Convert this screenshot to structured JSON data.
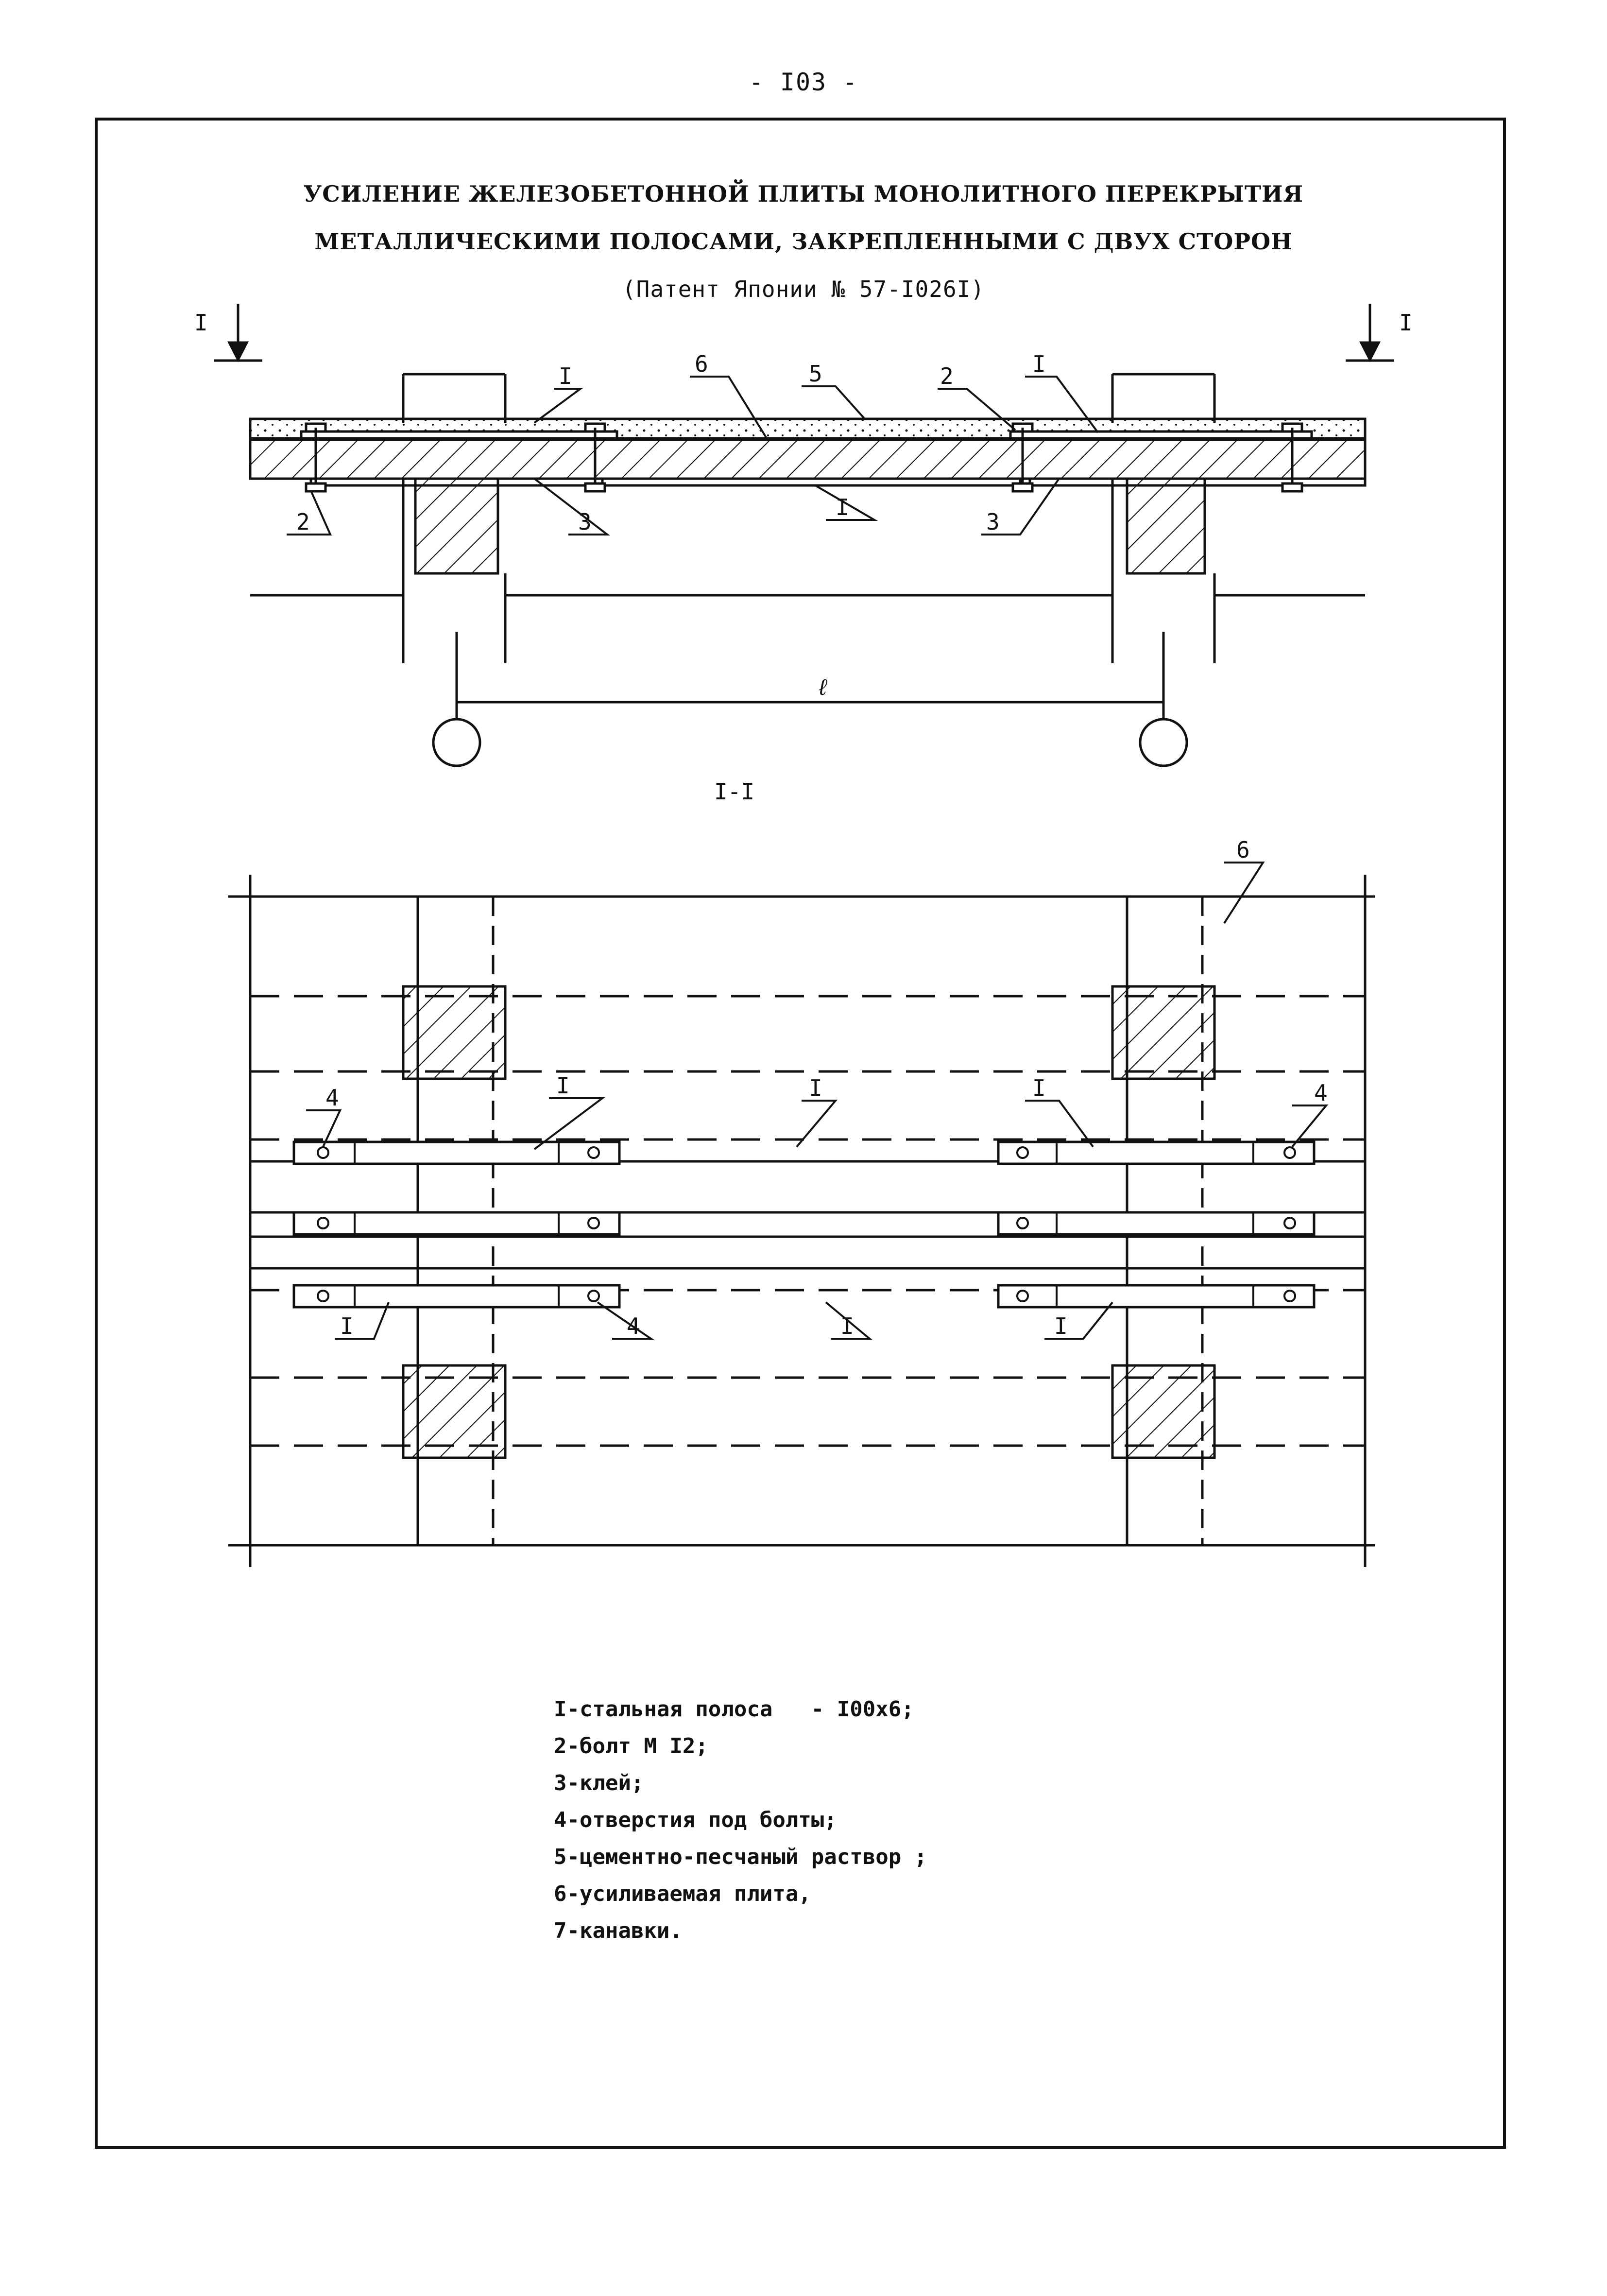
{
  "page_number": "- I03 -",
  "title": {
    "line1": "УСИЛЕНИЕ ЖЕЛЕЗОБЕТОННОЙ ПЛИТЫ МОНОЛИТНОГО ПЕРЕКРЫТИЯ",
    "line2": "МЕТАЛЛИЧЕСКИМИ ПОЛОСАМИ, ЗАКРЕПЛЕННЫМИ С ДВУХ СТОРОН",
    "line3": "(Патент Японии № 57-I026I)"
  },
  "section_marks": {
    "left": "I",
    "right": "I"
  },
  "elevation_labels": {
    "l1": "I",
    "l2": "6",
    "l3": "5",
    "l4": "2",
    "l5": "I",
    "l6": "2",
    "l7": "3",
    "l8": "I",
    "l9": "3",
    "span": "ℓ"
  },
  "section_title": "I-I",
  "plan_labels": {
    "p6": "6",
    "p4a": "4",
    "p1a": "I",
    "p1b": "I",
    "p1c": "I",
    "p4b": "4",
    "p1d": "I",
    "p4c": "4",
    "p1e": "I",
    "p1f": "I"
  },
  "legend": [
    "I-стальная полоса   - I00x6;",
    "2-болт М I2;",
    "3-клей;",
    "4-отверстия под болты;",
    "5-цементно-песчаный раствор ;",
    "6-усиливаемая плита,",
    "7-канавки."
  ]
}
